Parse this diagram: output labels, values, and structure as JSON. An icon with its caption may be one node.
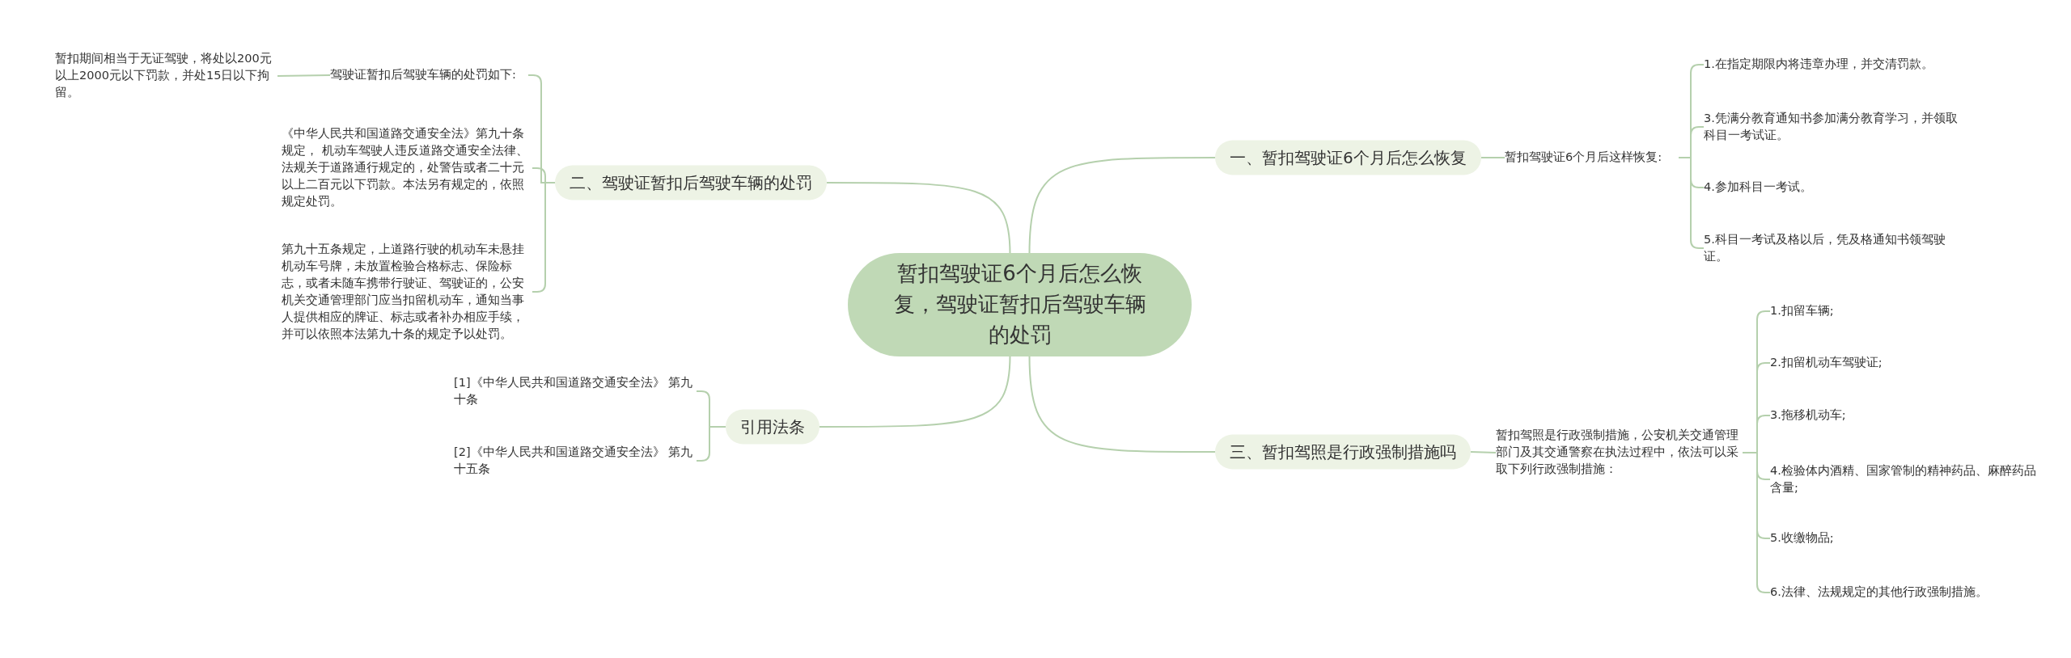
{
  "diagram": {
    "nodes": [
      {
        "text": [
          "暂扣驾驶证6个月后怎么恢复，驾驶证暂扣后驾驶车辆的处罚"
        ]
      },
      {
        "text": [
          "一、暂扣驾驶证6个月后怎么恢复"
        ]
      },
      {
        "text": [
          "暂扣驾驶证6个月后这样恢复:"
        ]
      },
      {
        "text": [
          "1.在指定期限内将违章办理，并交清罚款。"
        ]
      },
      {
        "text": [
          "3.凭满分教育通知书参加满分教育学习，并领取科目一考试证。"
        ]
      },
      {
        "text": [
          "4.参加科目一考试。"
        ]
      },
      {
        "text": [
          "5.科目一考试及格以后，凭及格通知书领驾驶证。"
        ]
      },
      {
        "text": [
          "二、驾驶证暂扣后驾驶车辆的处罚"
        ]
      },
      {
        "text": [
          "驾驶证暂扣后驾驶车辆的处罚如下:"
        ]
      },
      {
        "text": [
          "暂扣期间相当于无证驾驶，将处以200元以上2000元以下罚款，并处15日以下拘留。"
        ]
      },
      {
        "text": [
          "《中华人民共和国道路交通安全法》第九十条规定， 机动车驾驶人违反道路交通安全法律、法规关于道路通行规定的，处警告或者二十元以上二百元以下罚款。本法另有规定的，依照规定处罚。"
        ]
      },
      {
        "text": [
          "第九十五条规定，上道路行驶的机动车未悬挂机动车号牌，未放置检验合格标志、保险标志，或者未随车携带行驶证、驾驶证的，公安机关交通管理部门应当扣留机动车，通知当事人提供相应的牌证、标志或者补办相应手续，并可以依照本法第九十条的规定予以处罚。"
        ]
      },
      {
        "text": [
          "引用法条"
        ]
      },
      {
        "text": [
          "[1]《中华人民共和国道路交通安全法》 第九十条"
        ]
      },
      {
        "text": [
          "[2]《中华人民共和国道路交通安全法》 第九十五条"
        ]
      },
      {
        "text": [
          "三、暂扣驾照是行政强制措施吗"
        ]
      },
      {
        "text": [
          "暂扣驾照是行政强制措施，公安机关交通管理部门及其交通警察在执法过程中，依法可以采取下列行政强制措施："
        ]
      },
      {
        "text": [
          "1.扣留车辆;"
        ]
      },
      {
        "text": [
          "2.扣留机动车驾驶证;"
        ]
      },
      {
        "text": [
          "3.拖移机动车;"
        ]
      },
      {
        "text": [
          "4.检验体内酒精、国家管制的精神药品、麻醉药品含量;"
        ]
      },
      {
        "text": [
          "5.收缴物品;"
        ]
      },
      {
        "text": [
          "6.法律、法规规定的其他行政强制措施。"
        ]
      }
    ],
    "edges": [
      {
        "from": 0,
        "to": 1,
        "arrow": "none"
      },
      {
        "from": 1,
        "to": 2,
        "arrow": "none"
      },
      {
        "from": 2,
        "to": 3,
        "arrow": "none"
      },
      {
        "from": 2,
        "to": 4,
        "arrow": "none"
      },
      {
        "from": 2,
        "to": 5,
        "arrow": "none"
      },
      {
        "from": 2,
        "to": 6,
        "arrow": "none"
      },
      {
        "from": 0,
        "to": 7,
        "arrow": "none"
      },
      {
        "from": 7,
        "to": 8,
        "arrow": "none"
      },
      {
        "from": 8,
        "to": 9,
        "arrow": "none"
      },
      {
        "from": 7,
        "to": 10,
        "arrow": "none"
      },
      {
        "from": 7,
        "to": 11,
        "arrow": "none"
      },
      {
        "from": 0,
        "to": 12,
        "arrow": "none"
      },
      {
        "from": 12,
        "to": 13,
        "arrow": "none"
      },
      {
        "from": 12,
        "to": 14,
        "arrow": "none"
      },
      {
        "from": 0,
        "to": 15,
        "arrow": "none"
      },
      {
        "from": 15,
        "to": 16,
        "arrow": "none"
      },
      {
        "from": 16,
        "to": 17,
        "arrow": "none"
      },
      {
        "from": 16,
        "to": 18,
        "arrow": "none"
      },
      {
        "from": 16,
        "to": 19,
        "arrow": "none"
      },
      {
        "from": 16,
        "to": 20,
        "arrow": "none"
      },
      {
        "from": 16,
        "to": 21,
        "arrow": "none"
      },
      {
        "from": 16,
        "to": 22,
        "arrow": "none"
      }
    ]
  }
}
